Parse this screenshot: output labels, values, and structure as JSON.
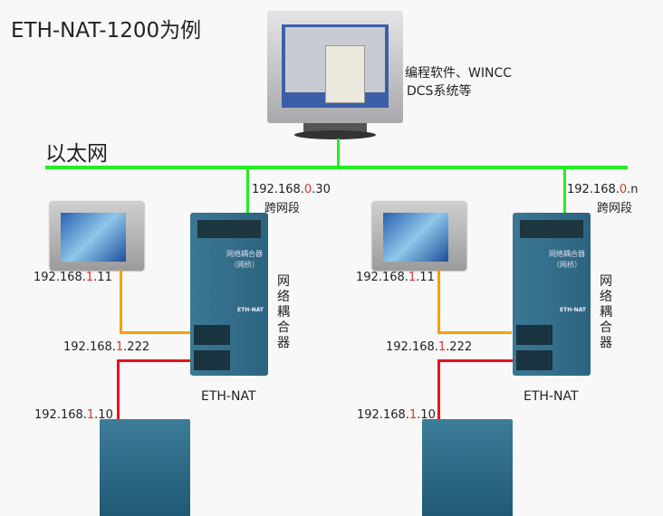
{
  "title": "ETH-NAT-1200为例",
  "ethernet_label": "以太网",
  "pc": {
    "line1": "编程软件、WINCC",
    "line2": "DCS系统等"
  },
  "groups": [
    {
      "uplink_ip": {
        "pre": "192.168.",
        "seg": "0",
        "post": ".30"
      },
      "cross_segment": "跨网段",
      "hmi_ip": {
        "pre": "192.168.",
        "seg": "1",
        "post": ".11"
      },
      "coupler_ip": {
        "pre": "192.168.",
        "seg": "1",
        "post": ".222"
      },
      "plc_ip": {
        "pre": "192.168.",
        "seg": "1",
        "post": ".10"
      },
      "device_name": "ETH-NAT",
      "device_caption": "网络耦合器",
      "device_face": "网络耦合器",
      "device_face2": "（网桥）",
      "device_badge": "ETH-NAT"
    },
    {
      "uplink_ip": {
        "pre": "192.168.",
        "seg": "0",
        "post": ".n"
      },
      "cross_segment": "跨网段",
      "hmi_ip": {
        "pre": "192.168.",
        "seg": "1",
        "post": ".11"
      },
      "coupler_ip": {
        "pre": "192.168.",
        "seg": "1",
        "post": ".222"
      },
      "plc_ip": {
        "pre": "192.168.",
        "seg": "1",
        "post": ".10"
      },
      "device_name": "ETH-NAT",
      "device_caption": "网络耦合器",
      "device_face": "网络耦合器",
      "device_face2": "（网桥）",
      "device_badge": "ETH-NAT"
    }
  ],
  "colors": {
    "ethernet": "#22ee22",
    "hmi_link": "#f5a000",
    "plc_link": "#e8121b",
    "segment_highlight": "#e0302a"
  }
}
